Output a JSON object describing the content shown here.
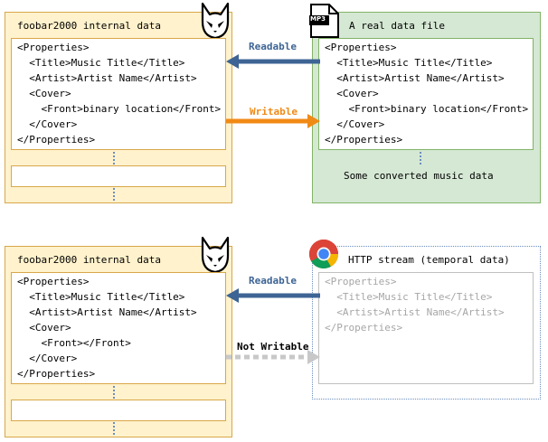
{
  "top": {
    "fb_title": "foobar2000 internal data",
    "fb_code": [
      "<Properties>",
      "  <Title>Music Title</Title>",
      "  <Artist>Artist Name</Artist>",
      "  <Cover>",
      "    <Front>binary location</Front>",
      "  </Cover>",
      "</Properties>"
    ],
    "file_title": "A real data file",
    "file_icon_label": "MP3",
    "file_code": [
      "<Properties>",
      "  <Title>Music Title</Title>",
      "  <Artist>Artist Name</Artist>",
      "  <Cover>",
      "    <Front>binary location</Front>",
      "  </Cover>",
      "</Properties>"
    ],
    "file_caption": "Some converted music data",
    "readable_label": "Readable",
    "writable_label": "Writable"
  },
  "bottom": {
    "fb_title": "foobar2000 internal data",
    "fb_code": [
      "<Properties>",
      "  <Title>Music Title</Title>",
      "  <Artist>Artist Name</Artist>",
      "  <Cover>",
      "    <Front></Front>",
      "  </Cover>",
      "</Properties>"
    ],
    "stream_title": "HTTP stream (temporal data)",
    "stream_code": [
      "<Properties>",
      "  <Title>Music Title</Title>",
      "  <Artist>Artist Name</Artist>",
      "</Properties>"
    ],
    "readable_label": "Readable",
    "not_writable_label": "Not Writable"
  },
  "colors": {
    "readable_arrow": "#3d6494",
    "writable_arrow": "#f08a16",
    "not_writable_arrow": "#c8c8c8",
    "fb_panel": "#fff2cc",
    "file_panel": "#d5e8d4"
  },
  "icons": [
    "foobar2000-cat-icon",
    "mp3-file-icon",
    "chrome-icon"
  ]
}
